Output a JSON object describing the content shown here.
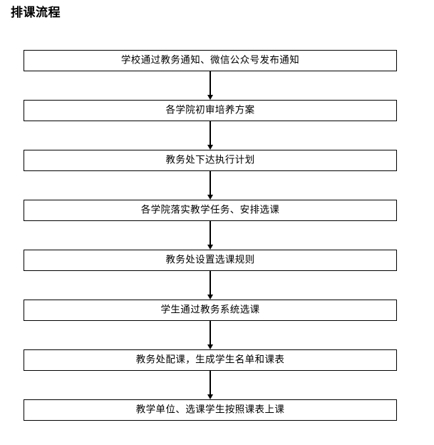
{
  "page": {
    "title": "排课流程",
    "background_color": "#ffffff",
    "line_color": "#000000"
  },
  "flowchart": {
    "type": "vertical-linear-flowchart",
    "orientation": "top-to-bottom",
    "node_shape": "rectangle",
    "connector": {
      "style": "straight-line-with-arrowhead",
      "arrow_direction": "down",
      "arrow_name": "flow-arrow-down"
    },
    "nodes": [
      {
        "id": "node-1",
        "label": "学校通过教务通知、微信公众号发布通知"
      },
      {
        "id": "node-2",
        "label": "各学院初审培养方案"
      },
      {
        "id": "node-3",
        "label": "教务处下达执行计划"
      },
      {
        "id": "node-4",
        "label": "各学院落实教学任务、安排选课"
      },
      {
        "id": "node-5",
        "label": "教务处设置选课规则"
      },
      {
        "id": "node-6",
        "label": "学生通过教务系统选课"
      },
      {
        "id": "node-7",
        "label": "教务处配课，生成学生名单和课表"
      },
      {
        "id": "node-8",
        "label": "教学单位、选课学生按照课表上课"
      }
    ]
  }
}
